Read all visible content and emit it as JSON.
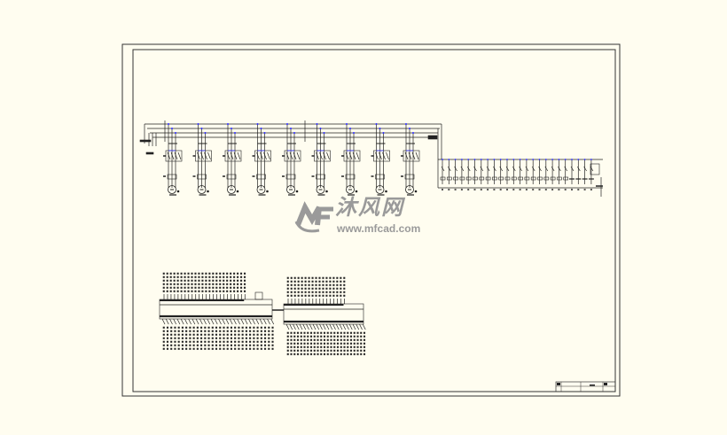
{
  "drawing": {
    "motor_feeder_count": 9,
    "control_branch_count": 24,
    "colors": {
      "background": "#fffdf0",
      "line": "#222222",
      "accent": "#2a2aff",
      "watermark": "#9a9a9a"
    }
  },
  "watermark": {
    "brand_cn": "沐风网",
    "url": "www.mfcad.com"
  }
}
